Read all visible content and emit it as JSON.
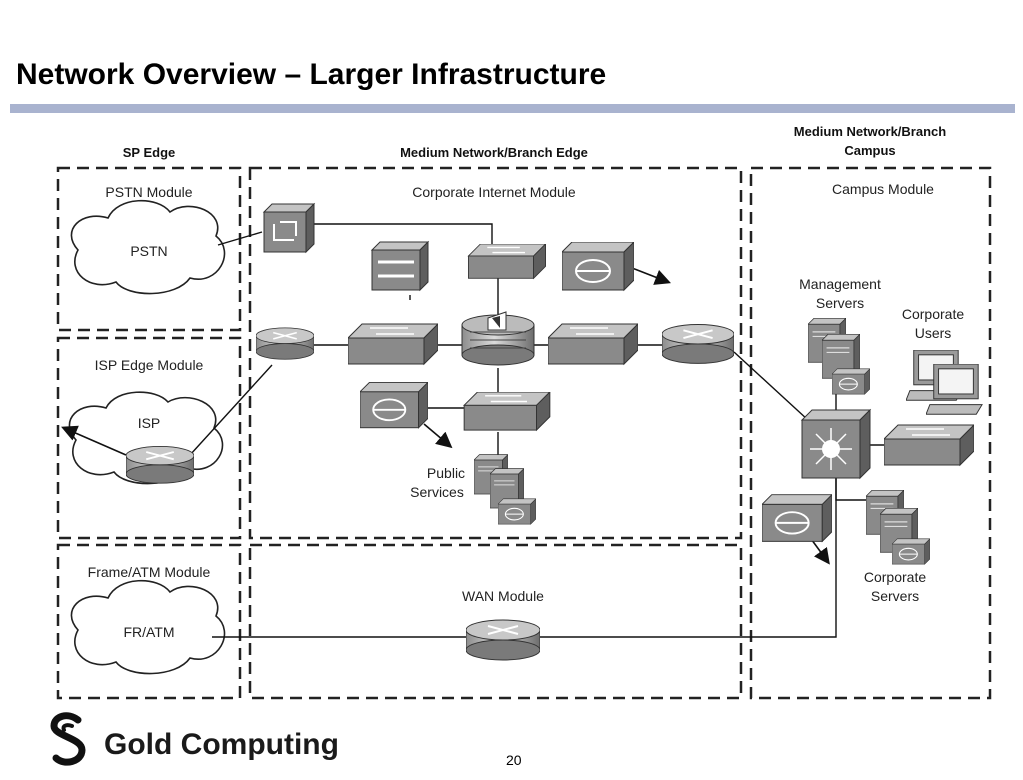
{
  "slide": {
    "title": "Network Overview – Larger Infrastructure",
    "page_number": "20"
  },
  "footer": {
    "brand": "Gold Computing",
    "logo_icon": "gold-computing-s-logo-icon"
  },
  "diagram": {
    "columns": {
      "sp_edge": "SP Edge",
      "branch_edge": "Medium Network/Branch Edge",
      "campus_line1": "Medium Network/Branch",
      "campus_line2": "Campus"
    },
    "modules": {
      "pstn": "PSTN Module",
      "isp_edge": "ISP Edge Module",
      "frame_atm": "Frame/ATM Module",
      "corporate_internet": "Corporate Internet Module",
      "wan": "WAN Module",
      "campus": "Campus Module"
    },
    "clouds": {
      "pstn": "PSTN",
      "isp": "ISP",
      "fr_atm": "FR/ATM"
    },
    "labels": {
      "public_1": "Public",
      "public_2": "Services",
      "mgmt_1": "Management",
      "mgmt_2": "Servers",
      "corp_users_1": "Corporate",
      "corp_users_2": "Users",
      "corp_servers_1": "Corporate",
      "corp_servers_2": "Servers"
    },
    "colors": {
      "device_face": "#8a8a8a",
      "device_top": "#c4c4c4",
      "device_side": "#5e5e5e",
      "rule": "#a9b3cf"
    }
  }
}
